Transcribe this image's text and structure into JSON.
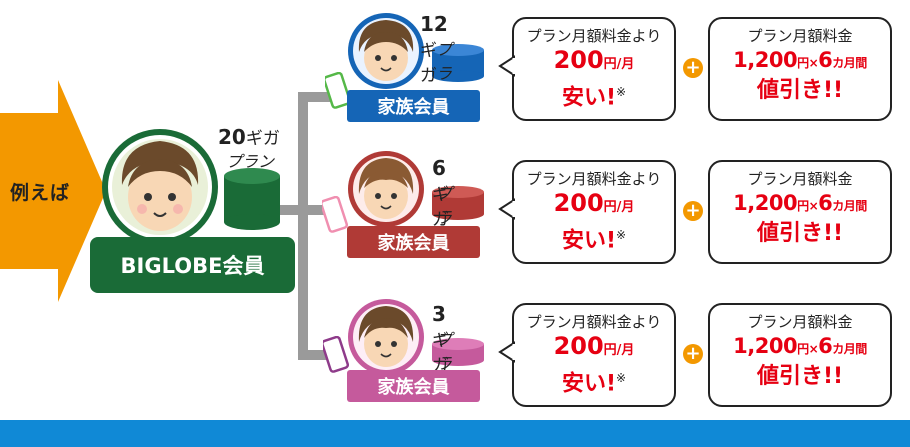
{
  "arrow_label": "例えば",
  "main_member": {
    "label": "BIGLOBE会員",
    "plan_number": "20",
    "plan_unit": "ギガ",
    "plan_word": "プラン",
    "color": "#1a6b37"
  },
  "family": [
    {
      "plan_number": "12",
      "plan_unit": "ギガ",
      "plan_word": "プラン",
      "label": "家族会員",
      "color": "#1565b6",
      "bubble": {
        "line1": "プラン月額料金より",
        "amount": "200",
        "amount_unit": "円/月",
        "line3": "安い!",
        "note_mark": "※"
      },
      "discount": {
        "line1": "プラン月額料金",
        "amount": "1,200",
        "amount_unit": "円×",
        "months": "6",
        "months_unit": "カ月間",
        "line3": "値引き!!"
      }
    },
    {
      "plan_number": "6",
      "plan_unit": "ギガ",
      "plan_word": "プラン",
      "label": "家族会員",
      "color": "#b03a36",
      "bubble": {
        "line1": "プラン月額料金より",
        "amount": "200",
        "amount_unit": "円/月",
        "line3": "安い!",
        "note_mark": "※"
      },
      "discount": {
        "line1": "プラン月額料金",
        "amount": "1,200",
        "amount_unit": "円×",
        "months": "6",
        "months_unit": "カ月間",
        "line3": "値引き!!"
      }
    },
    {
      "plan_number": "3",
      "plan_unit": "ギガ",
      "plan_word": "プラン",
      "label": "家族会員",
      "color": "#c55a9c",
      "bubble": {
        "line1": "プラン月額料金より",
        "amount": "200",
        "amount_unit": "円/月",
        "line3": "安い!",
        "note_mark": "※"
      },
      "discount": {
        "line1": "プラン月額料金",
        "amount": "1,200",
        "amount_unit": "円×",
        "months": "6",
        "months_unit": "カ月間",
        "line3": "値引き!!"
      }
    }
  ],
  "colors": {
    "arrow": "#f39800",
    "red_text": "#e60012",
    "plus": "#f39800",
    "footer": "#1089d6",
    "line": "#9a9a9a"
  }
}
